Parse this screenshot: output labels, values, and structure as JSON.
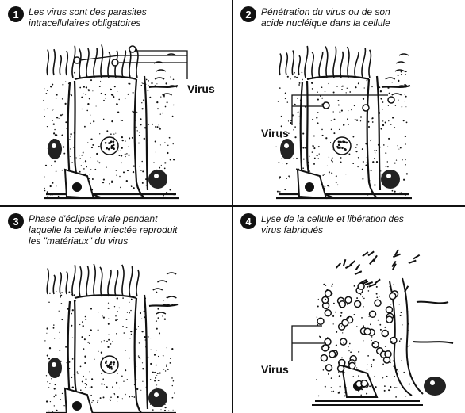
{
  "panels": [
    {
      "number": "1",
      "caption": "Les virus sont des parasites\nintracellulaires obligatoires",
      "label": "Virus"
    },
    {
      "number": "2",
      "caption": "Pénétration du virus ou de son\nacide nucléique dans la cellule",
      "label": "Virus"
    },
    {
      "number": "3",
      "caption": "Phase d'éclipse virale pendant\nlaquelle la cellule infectée reproduit\nles \"matériaux\" du virus",
      "label": ""
    },
    {
      "number": "4",
      "caption": "Lyse de la cellule et libération des\nvirus fabriqués",
      "label": "Virus"
    }
  ]
}
